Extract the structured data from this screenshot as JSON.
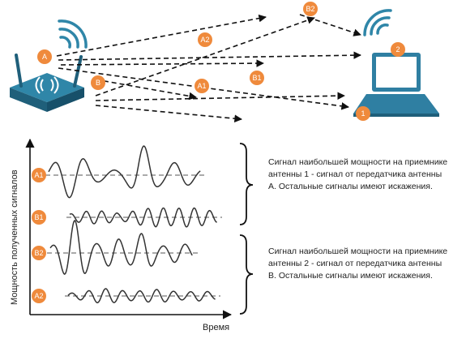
{
  "diagram": {
    "antenna_a_label": "A",
    "antenna_b_label": "B",
    "path_a1_label": "A1",
    "path_a2_label": "A2",
    "path_b1_label": "B1",
    "path_b2_label": "B2",
    "receiver_antenna_1_label": "1",
    "receiver_antenna_2_label": "2"
  },
  "graph": {
    "y_axis_label": "Мощность полученных сигналов",
    "x_axis_label": "Время",
    "signal_labels": [
      "A1",
      "B1",
      "B2",
      "A2"
    ]
  },
  "descriptions": [
    "Сигнал наибольшей мощности на приемнике антенны 1 - сигнал от передатчика антенны A. Остальные сигналы имеют искажения.",
    "Сигнал наибольшей мощности на приемнике антенны 2 - сигнал от передатчика антенны B. Остальные сигналы имеют искажения."
  ],
  "colors": {
    "badge": "#ef8a3c",
    "router_dark": "#1f5f7a",
    "router_light": "#2f86a8",
    "antenna_wave": "#2f86a8",
    "laptop": "#2f7fa2"
  }
}
